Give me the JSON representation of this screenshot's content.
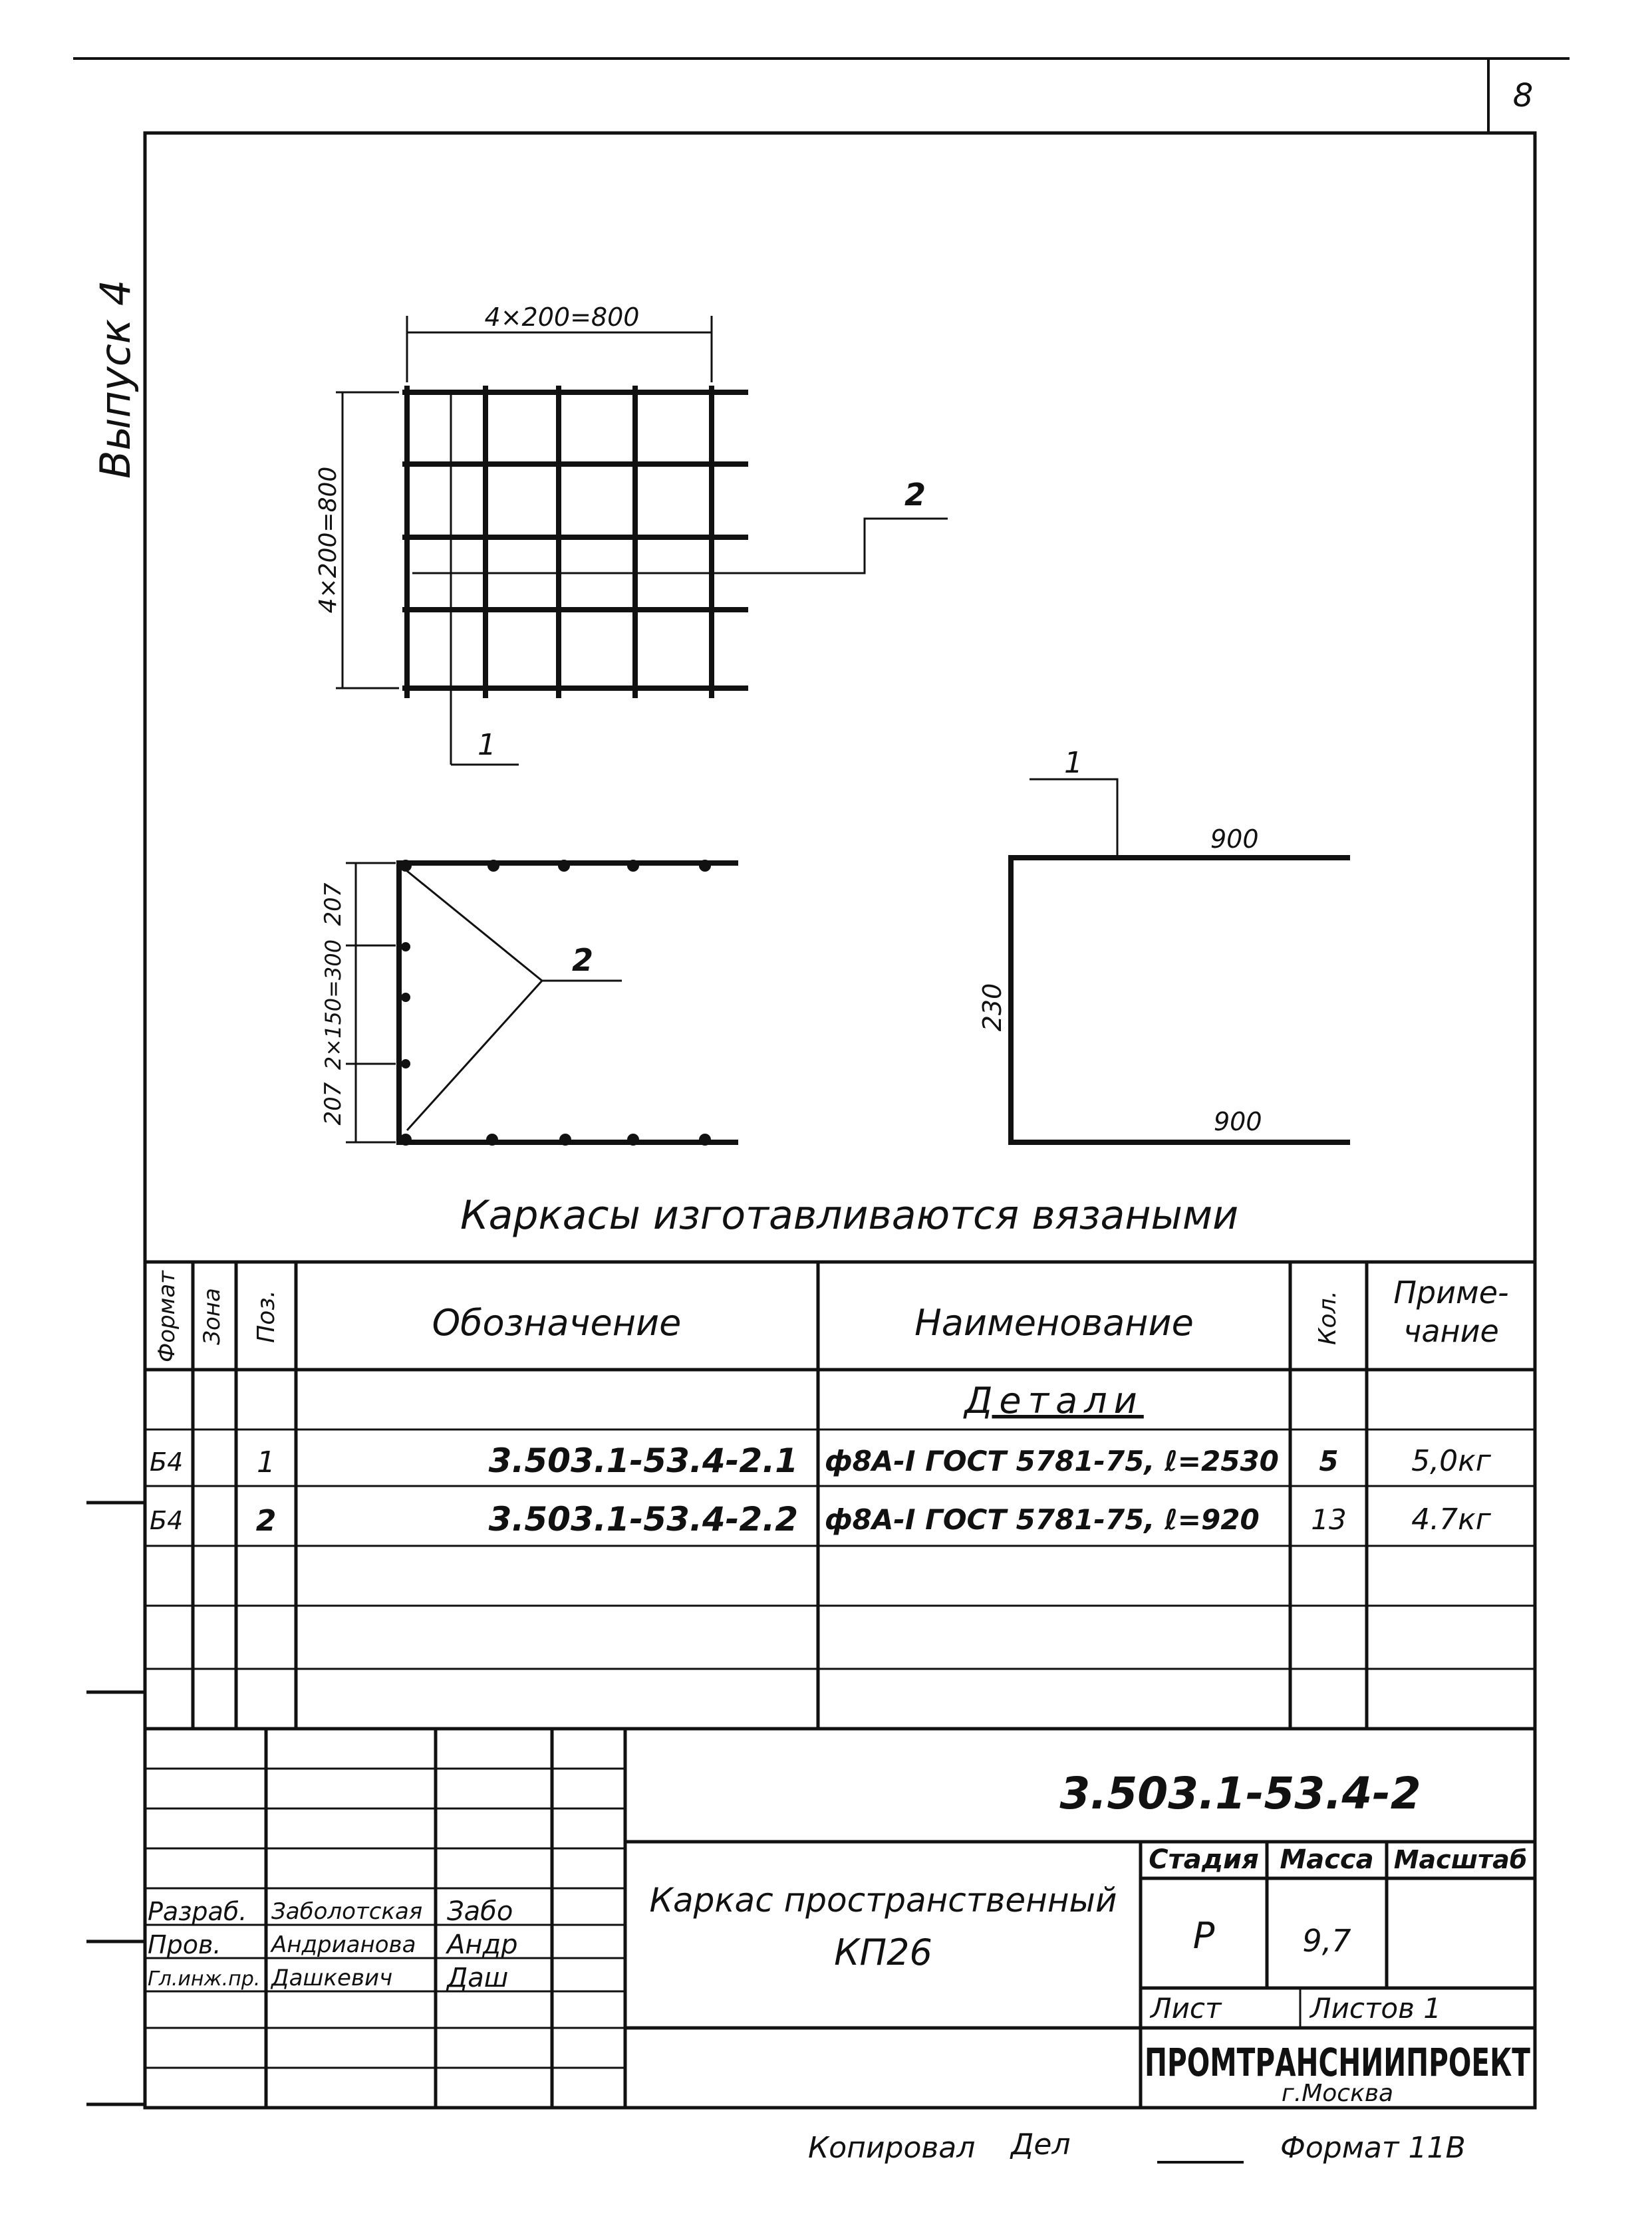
{
  "page_number": "8",
  "side_label": "Выпуск 4",
  "drawing": {
    "dim_top": "4×200=800",
    "dim_left": "4×200=800",
    "callout_2_top": "2",
    "callout_1_top": "1",
    "callout_2_section": "2",
    "dim_207_top": "207",
    "dim_middle": "2×150=300",
    "dim_207_bottom": "207",
    "callout_1_right": "1",
    "dim_900_top": "900",
    "dim_230": "230",
    "dim_900_bottom": "900",
    "note": "Каркасы изготавливаются вязаными"
  },
  "spec_table": {
    "headers": {
      "format": "Формат",
      "zone": "Зона",
      "pos": "Поз.",
      "designation": "Обозначение",
      "name": "Наименование",
      "qty": "Кол.",
      "note_line1": "Приме-",
      "note_line2": "чание"
    },
    "section": "Детали",
    "rows": [
      {
        "format": "Б4",
        "pos": "1",
        "designation": "3.503.1-53.4-2.1",
        "name": "ф8А-I ГОСТ 5781-75, ℓ=2530",
        "qty": "5",
        "note": "5,0кг"
      },
      {
        "format": "Б4",
        "pos": "2",
        "designation": "3.503.1-53.4-2.2",
        "name": "ф8А-I ГОСТ 5781-75, ℓ=920",
        "qty": "13",
        "note": "4.7кг"
      }
    ]
  },
  "title_block": {
    "doc_code": "3.503.1-53.4-2",
    "title_line1": "Каркас пространственный",
    "title_line2": "КП26",
    "stage_label": "Стадия",
    "mass_label": "Масса",
    "scale_label": "Масштаб",
    "stage_value": "Р",
    "mass_value": "9,7",
    "sheet_label": "Лист",
    "sheets_label": "Листов 1",
    "org": "ПРОМТРАНСНИИПРОЕКТ",
    "city": "г.Москва",
    "signatures": [
      {
        "role": "Разраб.",
        "name": "Заболотская",
        "sign": "Забо"
      },
      {
        "role": "Пров.",
        "name": "Андрианова",
        "sign": "Андр"
      },
      {
        "role": "Гл.инж.пр.",
        "name": "Дашкевич",
        "sign": "Даш"
      }
    ]
  },
  "footer": {
    "copied": "Копировал",
    "copied_sign": "Дел",
    "format": "Формат 11В"
  }
}
